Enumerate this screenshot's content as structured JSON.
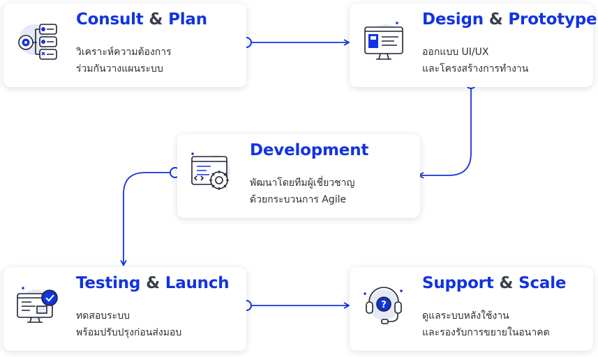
{
  "steps": [
    {
      "title_a": "Consult",
      "amp": "&",
      "title_b": "Plan",
      "line1": "วิเคราะห์ความต้องการ",
      "line2": "ร่วมกันวางแผนระบบ",
      "icon": "plan-icon"
    },
    {
      "title_a": "Design",
      "amp": "&",
      "title_b": "Prototype",
      "line1": "ออกแบบ UI/UX",
      "line2": "และโครงสร้างการทำงาน",
      "icon": "design-icon"
    },
    {
      "title_a": "Development",
      "amp": "",
      "title_b": "",
      "line1": "พัฒนาโดยทีมผู้เชี่ยวชาญ",
      "line2": "ด้วยกระบวนการ Agile",
      "icon": "development-icon"
    },
    {
      "title_a": "Testing",
      "amp": "&",
      "title_b": "Launch",
      "line1": "ทดสอบระบบ",
      "line2": "พร้อมปรับปรุงก่อนส่งมอบ",
      "icon": "testing-icon"
    },
    {
      "title_a": "Support",
      "amp": "&",
      "title_b": "Scale",
      "line1": "ดูแลระบบหลังใช้งาน",
      "line2": "และรองรับการขยายในอนาคต",
      "icon": "support-icon"
    }
  ],
  "colors": {
    "accent": "#1133e0",
    "text": "#2a2e38",
    "icon_fill": "#e6eaf7",
    "icon_stroke": "#1d2230"
  }
}
